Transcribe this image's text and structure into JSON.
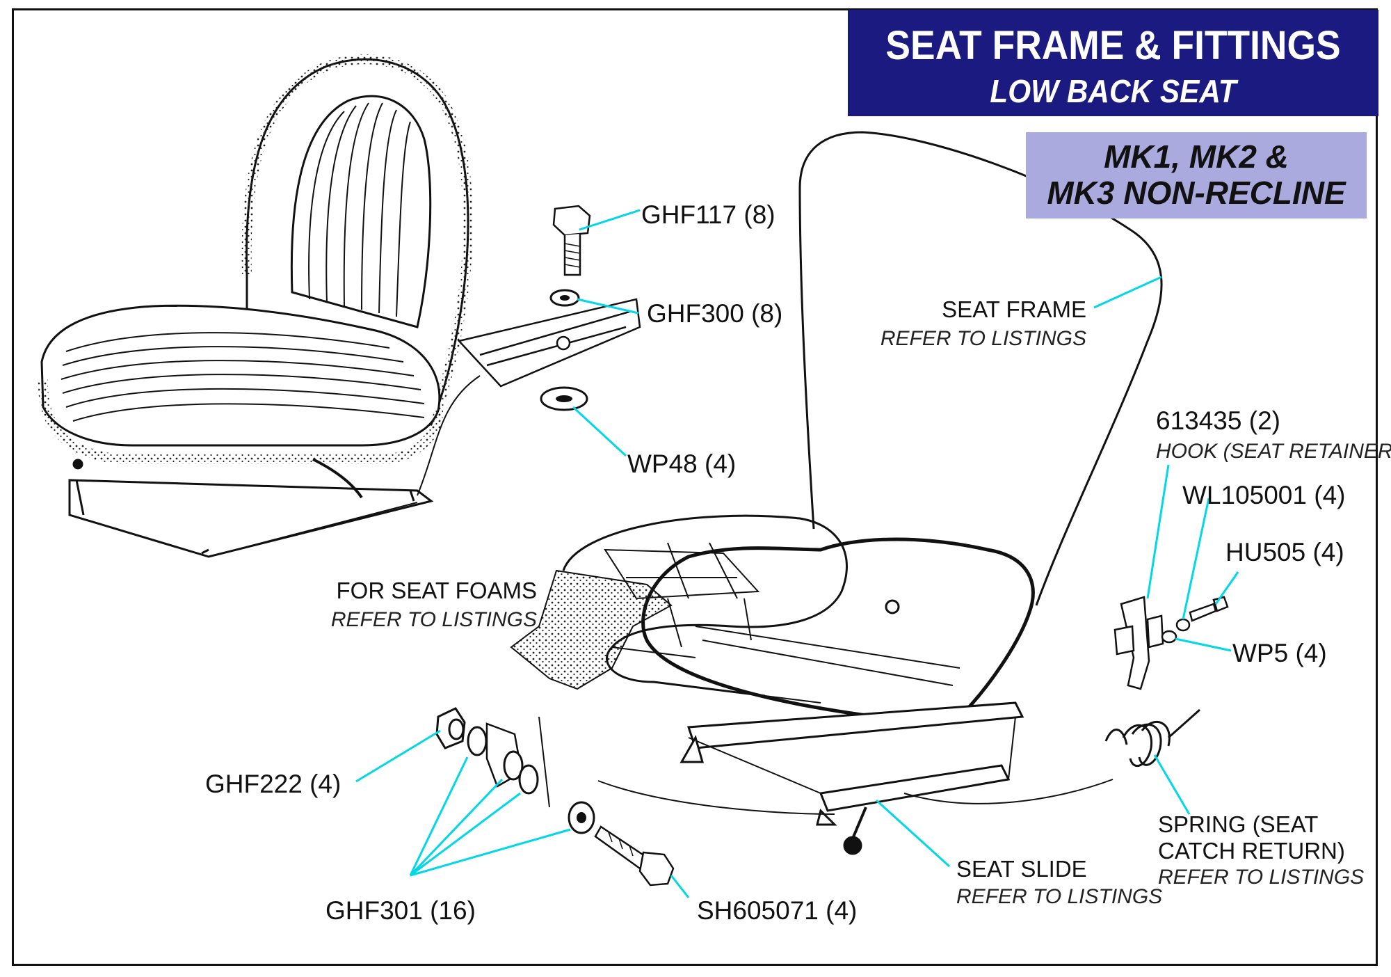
{
  "title": "SEAT FRAME & FITTINGS",
  "subtitle": "LOW BACK SEAT",
  "badge": {
    "line1": "MK1, MK2 &",
    "line2": "MK3 NON-RECLINE"
  },
  "parts": {
    "ghf117": "GHF117 (8)",
    "ghf300": "GHF300 (8)",
    "wp48": "WP48 (4)",
    "seat_frame": "SEAT FRAME",
    "seat_frame_note": "REFER TO LISTINGS",
    "hook": "613435 (2)",
    "hook_desc": "HOOK (SEAT RETAINER)",
    "wl105001": "WL105001 (4)",
    "hu505": "HU505 (4)",
    "wp5": "WP5 (4)",
    "seat_foams": "FOR SEAT FOAMS",
    "seat_foams_note": "REFER TO LISTINGS",
    "ghf222": "GHF222 (4)",
    "ghf301": "GHF301 (16)",
    "sh605071": "SH605071 (4)",
    "seat_slide": "SEAT SLIDE",
    "seat_slide_note": "REFER TO LISTINGS",
    "spring_line1": "SPRING (SEAT",
    "spring_line2": "CATCH RETURN)",
    "spring_note": "REFER TO LISTINGS"
  },
  "colors": {
    "title_bg": "#1a1a80",
    "badge_bg": "#aaaade",
    "leader": "#00d8e8"
  }
}
